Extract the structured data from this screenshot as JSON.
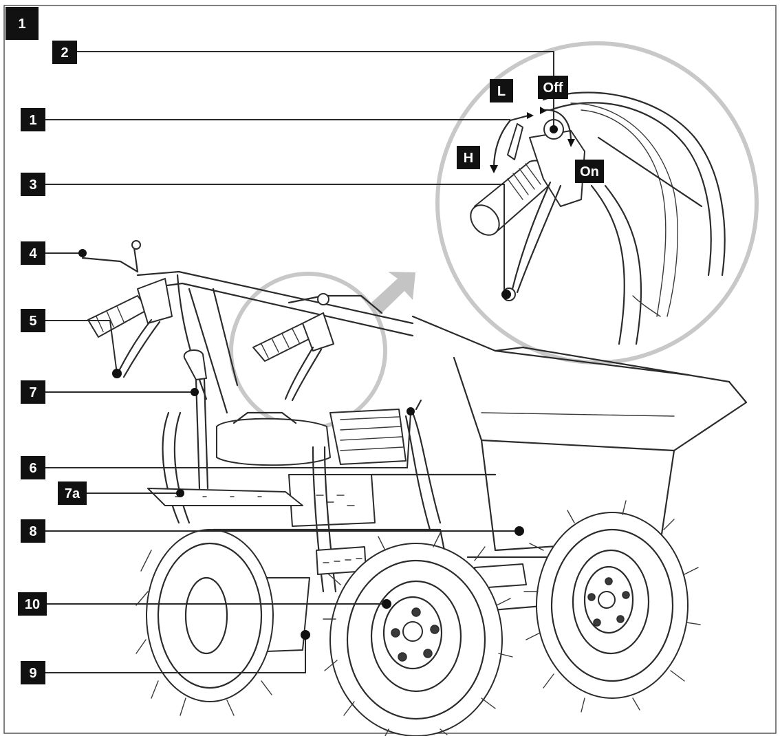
{
  "figure": {
    "number": "1"
  },
  "callouts": [
    {
      "id": "2",
      "text": "2"
    },
    {
      "id": "1",
      "text": "1"
    },
    {
      "id": "3",
      "text": "3"
    },
    {
      "id": "4",
      "text": "4"
    },
    {
      "id": "5",
      "text": "5"
    },
    {
      "id": "7",
      "text": "7"
    },
    {
      "id": "6",
      "text": "6"
    },
    {
      "id": "7a",
      "text": "7a"
    },
    {
      "id": "8",
      "text": "8"
    },
    {
      "id": "10",
      "text": "10"
    },
    {
      "id": "9",
      "text": "9"
    }
  ],
  "switch_labels": {
    "off": "Off",
    "on": "On",
    "l": "L",
    "h": "H"
  },
  "colors": {
    "ink": "#2b2b2b",
    "label_bg": "#111111",
    "label_fg": "#ffffff",
    "zoom_ring": "#c8c8c8"
  }
}
